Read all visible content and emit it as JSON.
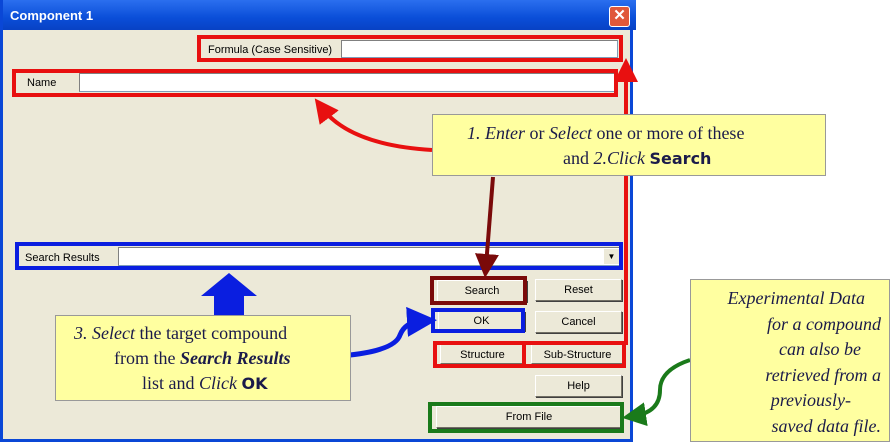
{
  "window": {
    "title": "Component 1",
    "close": "✕"
  },
  "fields": {
    "formula_label": "Formula (Case Sensitive)",
    "formula_value": "",
    "name_label": "Name",
    "name_value": "",
    "results_label": "Search Results",
    "results_value": ""
  },
  "buttons": {
    "search": "Search",
    "reset": "Reset",
    "ok": "OK",
    "cancel": "Cancel",
    "structure": "Structure",
    "substructure": "Sub-Structure",
    "help": "Help",
    "from_file": "From File"
  },
  "callouts": {
    "step1": {
      "p1": "1. Enter",
      "p2": " or ",
      "p3": "Select",
      "p4": " one or more of these",
      "p5": "and ",
      "p6": "2.Click",
      "p7": "Search"
    },
    "step3": {
      "p1": "3. Select",
      "p2": " the target compound",
      "p3": "from the ",
      "p4": "Search Results",
      "p5": "list and ",
      "p6": "Click",
      "p7": "OK"
    },
    "file": {
      "l1": "Experimental Data",
      "l2": "for a compound",
      "l3": "can also be",
      "l4": "retrieved from a",
      "l5": "previously-",
      "l6": "saved data file."
    }
  },
  "colors": {
    "red": "#E81010",
    "blue": "#0A1EE0",
    "darkred": "#7A0A0A",
    "green": "#1A7A1A",
    "callout": "#FFFFA0"
  }
}
